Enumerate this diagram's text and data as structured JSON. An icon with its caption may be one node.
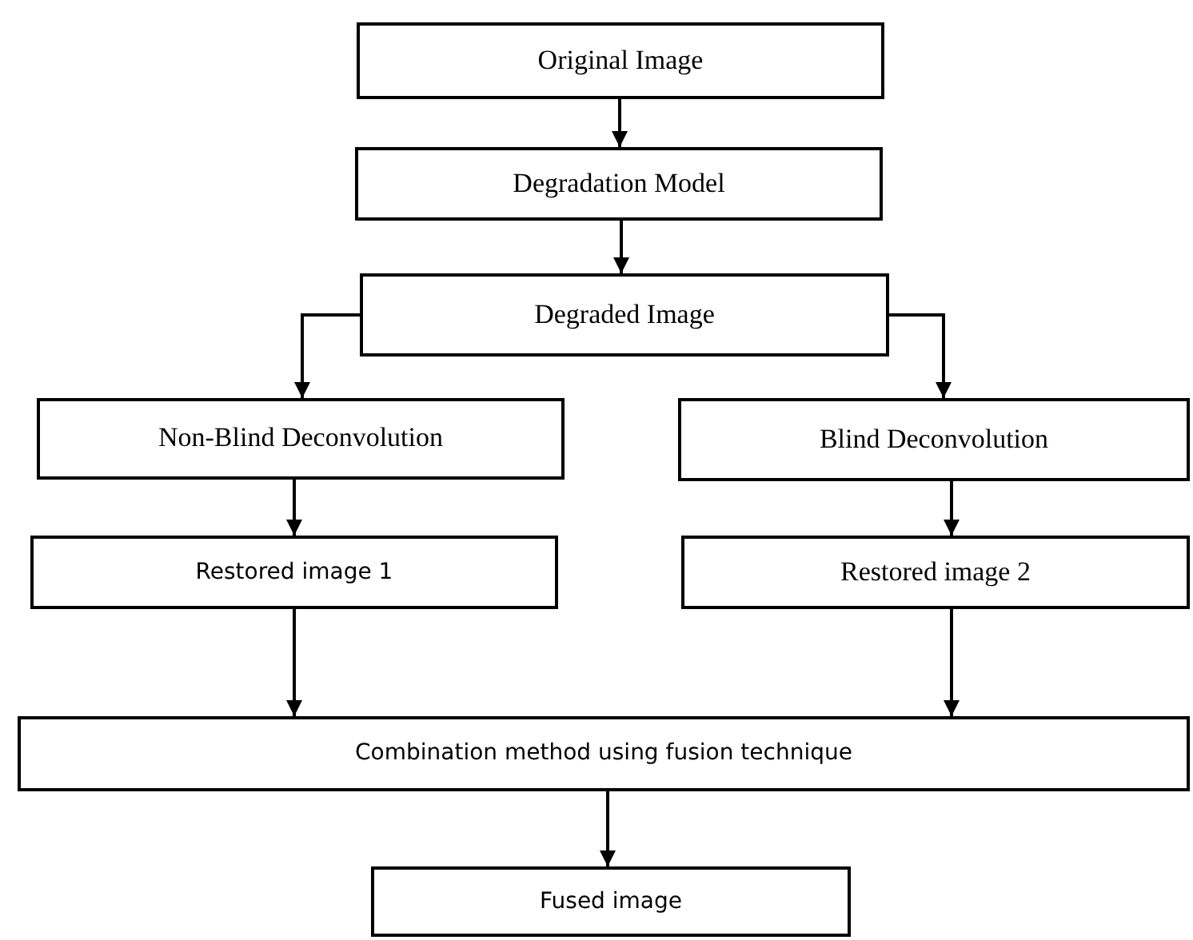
{
  "diagram": {
    "nodes": [
      {
        "text": [
          "Original Image"
        ]
      },
      {
        "text": [
          "Degradation Model"
        ]
      },
      {
        "text": [
          "Degraded Image"
        ]
      },
      {
        "text": [
          "Non-Blind Deconvolution"
        ]
      },
      {
        "text": [
          "Blind Deconvolution"
        ]
      },
      {
        "text": [
          "Restored image 1"
        ]
      },
      {
        "text": [
          "Restored image 2"
        ]
      },
      {
        "text": [
          "Combination method using fusion technique"
        ]
      },
      {
        "text": [
          "Fused image"
        ]
      }
    ],
    "edges": [
      {
        "from": 0,
        "to": 1,
        "arrow": "to"
      },
      {
        "from": 1,
        "to": 2,
        "arrow": "to"
      },
      {
        "from": 2,
        "to": 3,
        "arrow": "to"
      },
      {
        "from": 2,
        "to": 4,
        "arrow": "to"
      },
      {
        "from": 3,
        "to": 5,
        "arrow": "to"
      },
      {
        "from": 4,
        "to": 6,
        "arrow": "to"
      },
      {
        "from": 5,
        "to": 7,
        "arrow": "to"
      },
      {
        "from": 6,
        "to": 7,
        "arrow": "to"
      },
      {
        "from": 7,
        "to": 8,
        "arrow": "to"
      }
    ]
  }
}
